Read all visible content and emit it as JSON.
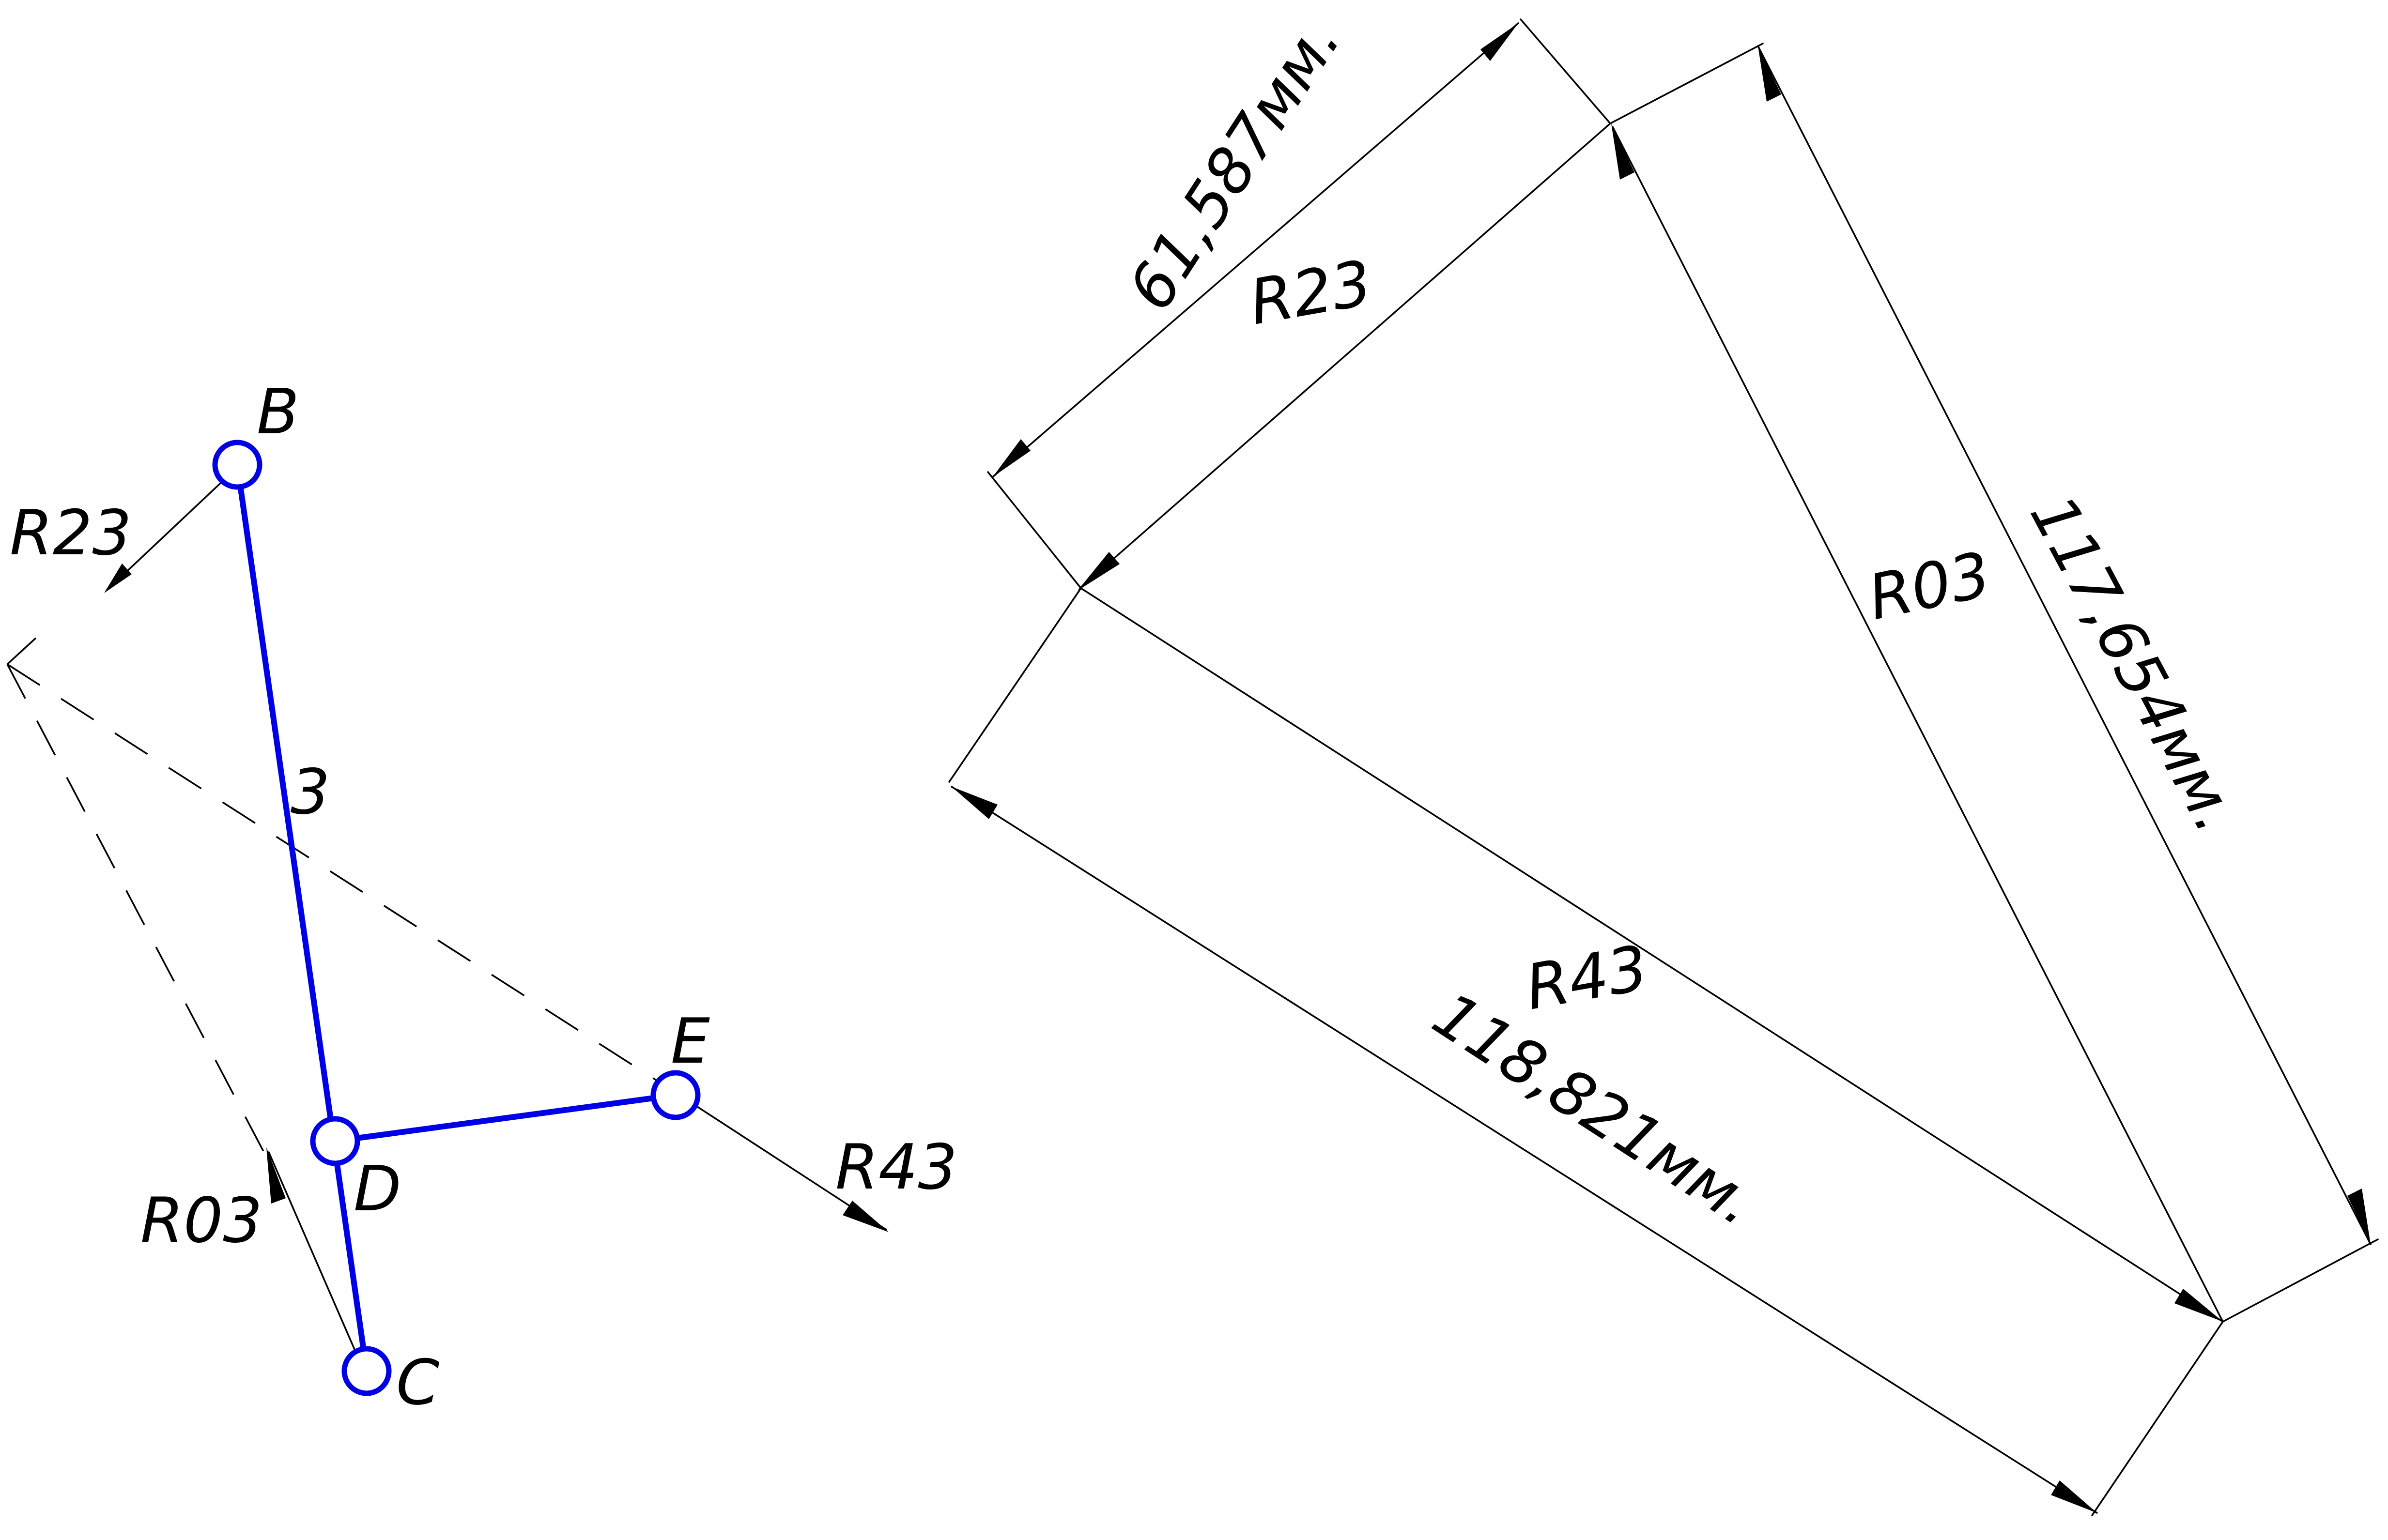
{
  "mechanism": {
    "points": {
      "B": "B",
      "C": "C",
      "D": "D",
      "E": "E"
    },
    "link_number": "3",
    "forces": {
      "r23": "R23",
      "r03": "R03",
      "r43": "R43"
    }
  },
  "force_triangle": {
    "labels": {
      "r23": "R23",
      "r03": "R03",
      "r43": "R43"
    },
    "dimensions": {
      "r23": "61,587мм.",
      "r03": "117,654мм.",
      "r43": "118,821мм."
    }
  },
  "colors": {
    "link": "#0000e6",
    "line": "#000000",
    "background": "#ffffff"
  }
}
